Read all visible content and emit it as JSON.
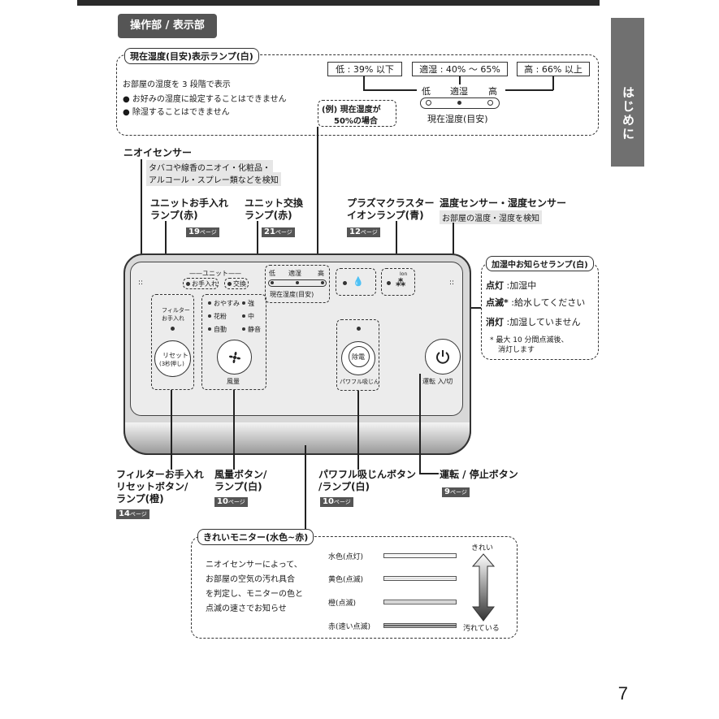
{
  "header": {
    "section": "操作部 / 表示部",
    "side_tab": "はじめに"
  },
  "humidity_box": {
    "title": "現在湿度(目安)表示ランプ(白)",
    "line1": "お部屋の湿度を 3 段階で表示",
    "bullet1": "● お好みの湿度に設定することはできません",
    "bullet2": "● 除湿することはできません",
    "low_range": "低 : 39% 以下",
    "mid_range": "適湿 : 40% ～ 65%",
    "high_range": "高 : 66% 以上",
    "low": "低",
    "mid": "適湿",
    "high": "高",
    "caption": "現在湿度(目安)",
    "example_line1": "(例) 現在湿度が",
    "example_line2": "50%の場合"
  },
  "labels": {
    "odor_sensor": "ニオイセンサー",
    "odor_desc1": "タバコや線香のニオイ・化粧品・",
    "odor_desc2": "アルコール・スプレー類などを検知",
    "unit_care1": "ユニットお手入れ",
    "unit_care2": "ランプ(赤)",
    "unit_care_page": "19",
    "unit_replace1": "ユニット交換",
    "unit_replace2": "ランプ(赤)",
    "unit_replace_page": "21",
    "plasma1": "プラズマクラスター",
    "plasma2": "イオンランプ(青)",
    "plasma_page": "12",
    "temp1": "温度センサー・湿度センサー",
    "temp_desc": "お部屋の温度・湿度を検知",
    "page_suffix": "ページ",
    "filter1": "フィルターお手入れ",
    "filter2": "リセットボタン/",
    "filter3": "ランプ(橙)",
    "filter_page": "14",
    "fan1": "風量ボタン/",
    "fan2": "ランプ(白)",
    "fan_page": "10",
    "powerful1": "パワフル吸じんボタン",
    "powerful2": "/ランプ(白)",
    "powerful_page": "10",
    "run1": "運転 / 停止ボタン",
    "run_page": "9"
  },
  "humidify_box": {
    "title": "加湿中お知らせランプ(白)",
    "on_key": "点灯",
    "on_val": ":加湿中",
    "blink_key": "点滅*",
    "blink_val": ":給水してください",
    "off_key": "消灯",
    "off_val": ":加湿していません",
    "note1": "* 最大 10 分間点滅後、",
    "note2": "消灯します"
  },
  "panel": {
    "unit_header": "ユニット",
    "care": "お手入れ",
    "replace": "交換",
    "low": "低",
    "mid": "適湿",
    "high": "高",
    "humidity_caption": "現在湿度(目安)",
    "filter_l1": "フィルター",
    "filter_l2": "お手入れ",
    "reset_l1": "リセット",
    "reset_l2": "(3秒押し)",
    "fan_opt1": "おやすみ",
    "fan_opt2": "強",
    "fan_opt3": "花粉",
    "fan_opt4": "中",
    "fan_opt5": "自動",
    "fan_opt6": "静音",
    "fan_caption": "風量",
    "powerful_inner": "除電",
    "powerful_caption": "パワフル吸じん",
    "ion": "Ion",
    "run_caption": "運転 入/切"
  },
  "monitor": {
    "title": "きれいモニター(水色~赤)",
    "desc1": "ニオイセンサーによって、",
    "desc2": "お部屋の空気の汚れ具合",
    "desc3": "を判定し、モニターの色と",
    "desc4": "点滅の速さでお知らせ",
    "row1": "水色(点灯)",
    "row2": "黄色(点滅)",
    "row3": "橙(点滅)",
    "row4": "赤(速い点滅)",
    "clean": "きれい",
    "dirty": "汚れている",
    "colors": [
      "#f2f2f2",
      "#d8d8d8",
      "#bdbdbd",
      "#333333"
    ]
  },
  "page_number": "7"
}
